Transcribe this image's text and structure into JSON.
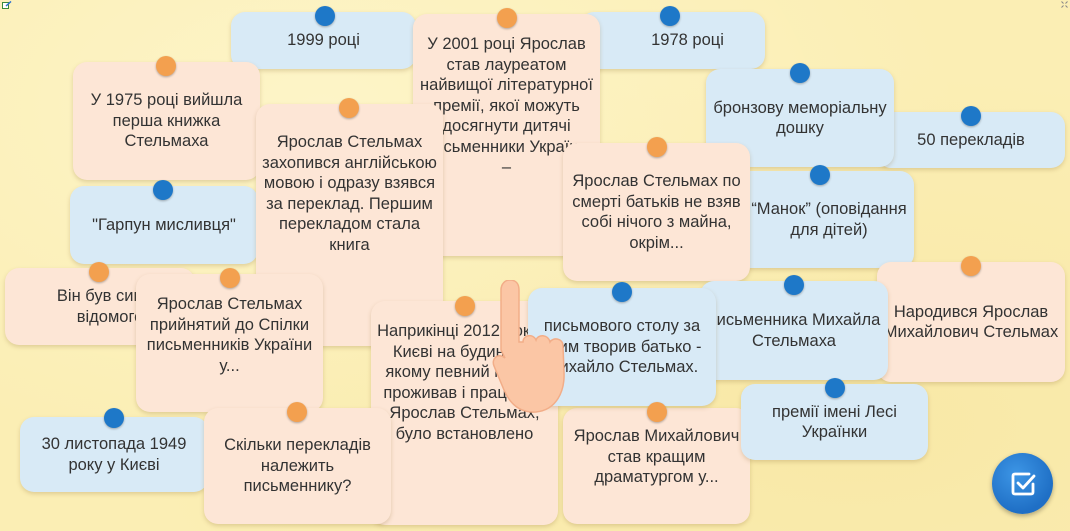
{
  "cards": {
    "c1": {
      "text": "1999 році"
    },
    "c2": {
      "text": "1978 році"
    },
    "c3": {
      "text": "У 2001 році Ярослав став лауреатом найвищої літературної премії, якої можуть досягнути дитячі письменники України –"
    },
    "c4": {
      "text": "У 1975 році вийшла перша книжка Стельмаха"
    },
    "c5": {
      "text": "бронзову меморіальну дошку"
    },
    "c6": {
      "text": "50 перекладів"
    },
    "c7": {
      "text": "Ярослав Стельмах захопився англійською мовою і одразу взявся за переклад. Першим перекладом стала книга"
    },
    "c8": {
      "text": "Ярослав Стельмах по смерті батьків не взяв собі нічого з майна, окрім..."
    },
    "c9": {
      "text": "\"Гарпун мисливця\""
    },
    "c10": {
      "text": "“Манок” (оповідання для дітей)"
    },
    "c11": {
      "text": "Він був сином відомого"
    },
    "c12": {
      "text": "Ярослав Стельмах прийнятий до Спілки письменників України у..."
    },
    "c13": {
      "text": "Наприкінці 2012 року в Києві на будинку, у якому певний період проживав і працював Ярослав Стельмах, було встановлено"
    },
    "c14": {
      "text": "письмового столу за яким творив батько - Михайло Стельмах."
    },
    "c15": {
      "text": "письменника Михайла Стельмаха"
    },
    "c16": {
      "text": "Народився Ярослав Михайлович Стельмах"
    },
    "c17": {
      "text": "премії імені Лесі Українки"
    },
    "c18": {
      "text": "30 листопада 1949 року у Києві"
    },
    "c19": {
      "text": "Скільки перекладів належить письменнику?"
    },
    "c20": {
      "text": "Ярослав Михайлович став кращим драматургом у..."
    }
  },
  "colors": {
    "background": "#fbeeb4",
    "card_blue": "#d8eaf6",
    "card_peach": "#fde6d6",
    "pin_blue": "#1e78c8",
    "pin_orange": "#f3a04f",
    "check_button": "#1f6fc5"
  },
  "icons": {
    "check": "check-square-icon",
    "hand": "hand-pointer-icon"
  }
}
